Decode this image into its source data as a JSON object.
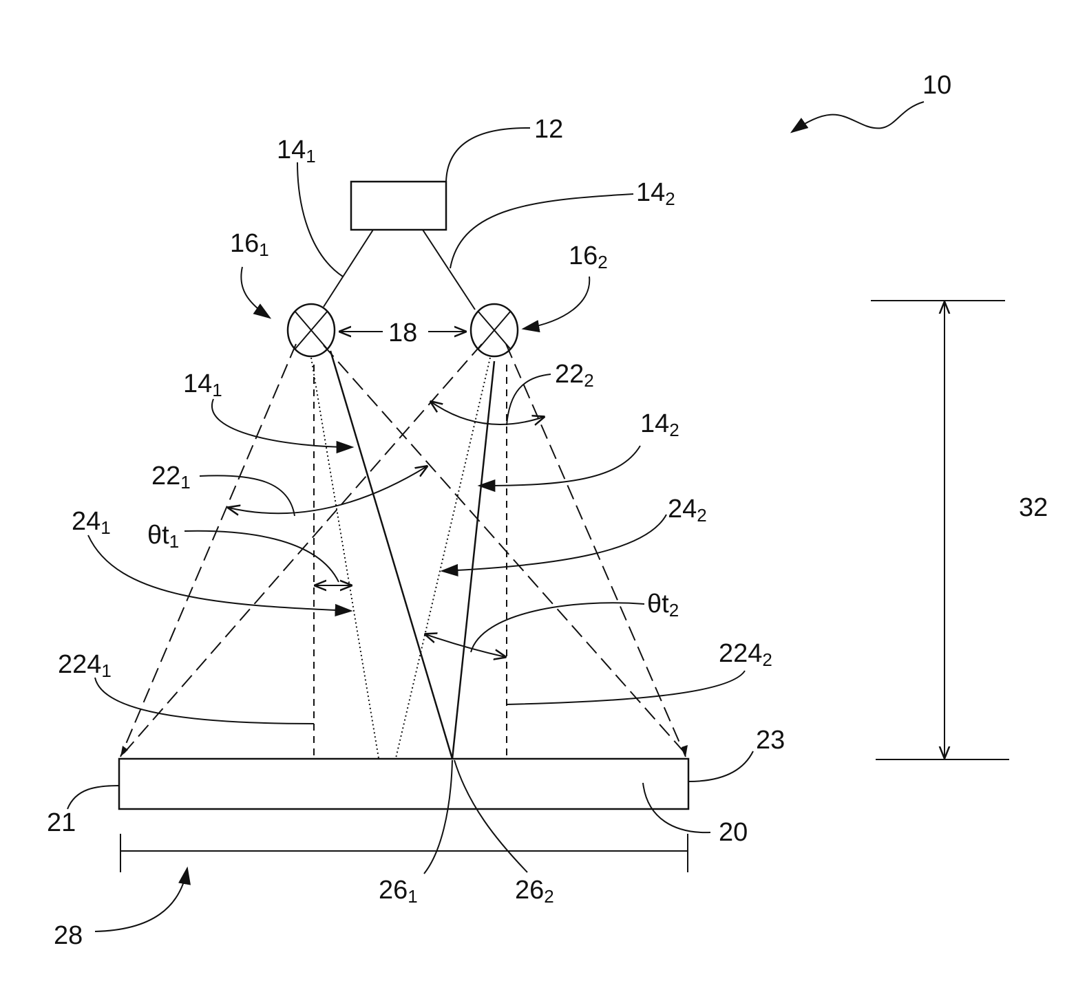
{
  "labels": {
    "system": "10",
    "source": "12",
    "fiber_1": {
      "main": "14",
      "sub": "1"
    },
    "fiber_2": {
      "main": "14",
      "sub": "2"
    },
    "beam_1": {
      "main": "14",
      "sub": "1"
    },
    "beam_2": {
      "main": "14",
      "sub": "2"
    },
    "emitter_1": {
      "main": "16",
      "sub": "1"
    },
    "emitter_2": {
      "main": "16",
      "sub": "2"
    },
    "spacing": "18",
    "divergence_1": {
      "main": "22",
      "sub": "1"
    },
    "divergence_2": {
      "main": "22",
      "sub": "2"
    },
    "ray_1": {
      "main": "24",
      "sub": "1"
    },
    "ray_2": {
      "main": "24",
      "sub": "2"
    },
    "tilt_1": {
      "main": "θt",
      "sub": "1"
    },
    "tilt_2": {
      "main": "θt",
      "sub": "2"
    },
    "normal_1": {
      "main": "224",
      "sub": "1"
    },
    "normal_2": {
      "main": "224",
      "sub": "2"
    },
    "edge_left": "21",
    "edge_right": "23",
    "target": "20",
    "spot_1": {
      "main": "26",
      "sub": "1"
    },
    "spot_2": {
      "main": "26",
      "sub": "2"
    },
    "width": "28",
    "height": "32"
  }
}
